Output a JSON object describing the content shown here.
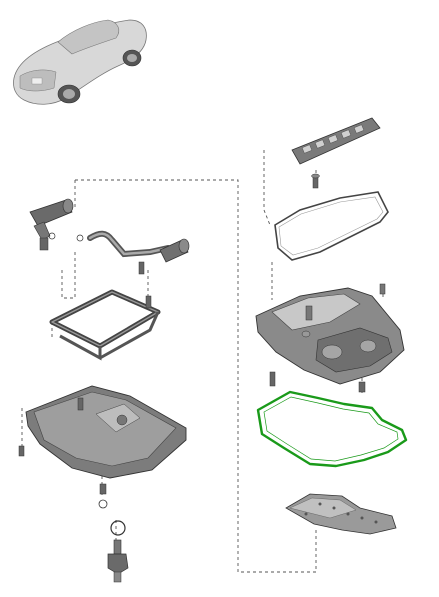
{
  "diagram": {
    "colors": {
      "highlight": "#1a9a1a",
      "metal_dark": "#6d6d6d",
      "metal_mid": "#9a9a9a",
      "metal_light": "#c9c9c9",
      "car_body": "#d7d7d7",
      "line": "#333333"
    },
    "parts": [
      "car-illustration",
      "sensor-bracket",
      "oil-pipe-assembly",
      "oil-pan-frame",
      "oil-pan-lower",
      "drain-plug",
      "baffle-strip",
      "upper-gasket",
      "upper-oil-pan",
      "oil-pan-gasket",
      "heat-shield-plate"
    ],
    "highlighted_part": "oil-pan-gasket"
  }
}
